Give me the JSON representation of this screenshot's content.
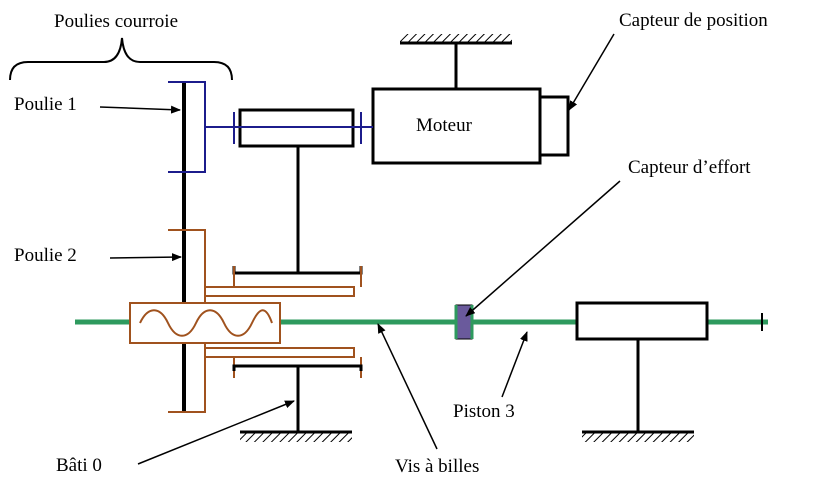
{
  "labels": {
    "poulies_courroie": "Poulies courroie",
    "capteur_position": "Capteur de position",
    "poulie1": "Poulie 1",
    "moteur": "Moteur",
    "capteur_effort": "Capteur d’effort",
    "poulie2": "Poulie 2",
    "piston3": "Piston 3",
    "bati0": "Bâti 0",
    "vis_billes": "Vis à billes"
  },
  "colors": {
    "shaft": "#2e9a5e",
    "pulley1": "#1c1c8c",
    "pulley2": "#a0521e",
    "sensor": "#6a5a9c",
    "ink": "#000000"
  }
}
